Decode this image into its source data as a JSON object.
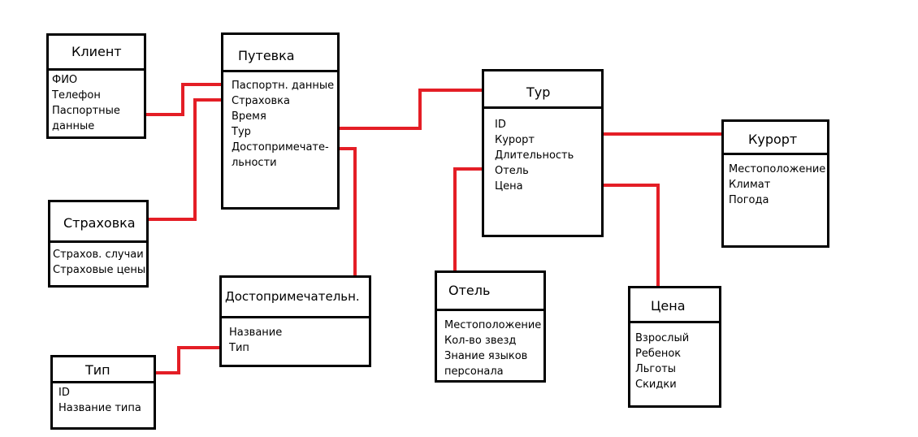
{
  "entities": {
    "client": {
      "title": "Клиент",
      "fields": [
        "ФИО",
        "Телефон",
        "Паспортные",
        "данные"
      ]
    },
    "voucher": {
      "title": "Путевка",
      "fields": [
        "Паспортн. данные",
        "Страховка",
        "Время",
        "Тур",
        "Достопримечате-",
        "льности"
      ]
    },
    "tour": {
      "title": "Тур",
      "fields": [
        "ID",
        "Курорт",
        "Длительность",
        "Отель",
        "Цена"
      ]
    },
    "resort": {
      "title": "Курорт",
      "fields": [
        "Местоположение",
        "Климат",
        "Погода"
      ]
    },
    "insurance": {
      "title": "Страховка",
      "fields": [
        "Страхов. случаи",
        "Страховые цены"
      ]
    },
    "landmark": {
      "title": "Достопримечательн.",
      "fields": [
        "Название",
        "Тип"
      ]
    },
    "hotel": {
      "title": "Отель",
      "fields": [
        "Местоположение",
        "Кол-во звезд",
        "Знание языков",
        "персонала"
      ]
    },
    "price": {
      "title": "Цена",
      "fields": [
        "Взрослый",
        "Ребенок",
        "Льготы",
        "Скидки"
      ]
    },
    "type": {
      "title": "Тип",
      "fields": [
        "ID",
        "Название типа"
      ]
    }
  },
  "connector_color": "#e41e26"
}
